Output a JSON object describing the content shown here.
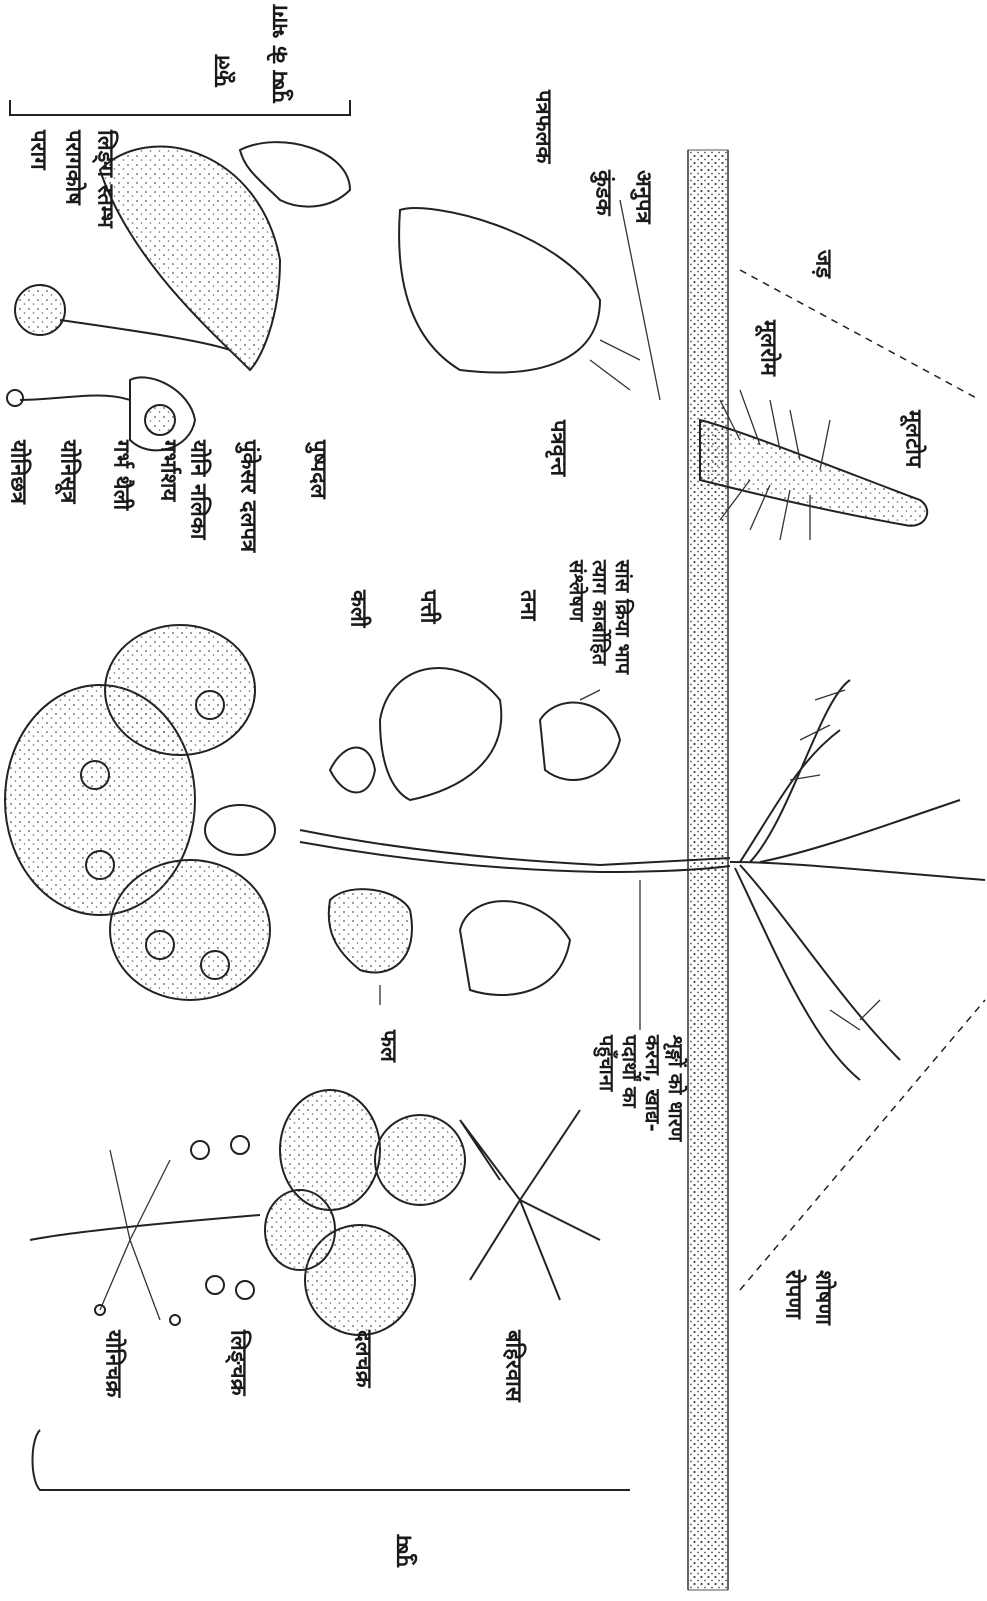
{
  "labels": {
    "top_flipped": "पुष्प के भाग",
    "bottom_flipped_1": "फूल",
    "bottom_flipped_2": "पुष्प",
    "yonichakra": "योनिचक्र",
    "lingchakra": "लिङ्‌चक्र",
    "dalchakra": "दलचक्र",
    "bahirvas": "बहिरवास",
    "yonichhatra": "योनिछत्र",
    "yonisutra": "योनिसूत्र",
    "garbh_thaili": "गर्भ थैली",
    "garbhashay": "गर्भाशय",
    "yoni_nalika": "योनि नलिका",
    "pushp_dal": "पुंकेसर दलपत्र",
    "pushpdal": "पुष्पदल",
    "kali": "कली",
    "patti": "पत्ती",
    "tana": "तना",
    "fal": "फल",
    "saans": "सांस क्रिया भाप त्याग कार्बोहित संश्लेषण",
    "shringo": "शृङ्गों को धारण करना, खाद्य- पदार्थों का पहुँचाना",
    "parag": "पराग",
    "paragkosh": "परागकोष",
    "lingstambh": "लिङ्‌ग स्तम्भ",
    "patrafalak": "पत्रफलक",
    "patravrint": "पत्रवृन्त",
    "kundak": "कुंडक",
    "anupatra": "अनुपत्र",
    "jad": "जड़",
    "mooljom": "मूलरोम",
    "mooltop": "मूलटोप",
    "ropana": "रोपणा",
    "shoshana": "शोषणा"
  }
}
